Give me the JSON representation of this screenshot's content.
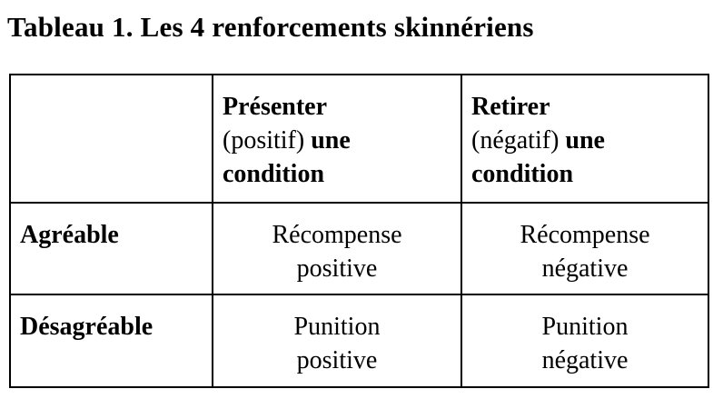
{
  "title": "Tableau 1. Les 4 renforcements skinnériens",
  "table": {
    "corner_cell": "",
    "column_headers": [
      {
        "action_bold": "Présenter",
        "qualifier_regular": "(positif)",
        "une_bold": "une",
        "condition_bold": "condition"
      },
      {
        "action_bold": "Retirer",
        "qualifier_regular": "(négatif)",
        "une_bold": "une",
        "condition_bold": "condition"
      }
    ],
    "rows": [
      {
        "label": "Agréable",
        "cells": [
          [
            "Récompense",
            "positive"
          ],
          [
            "Récompense",
            "négative"
          ]
        ]
      },
      {
        "label": "Désagréable",
        "cells": [
          [
            "Punition",
            "positive"
          ],
          [
            "Punition",
            "négative"
          ]
        ]
      }
    ]
  }
}
